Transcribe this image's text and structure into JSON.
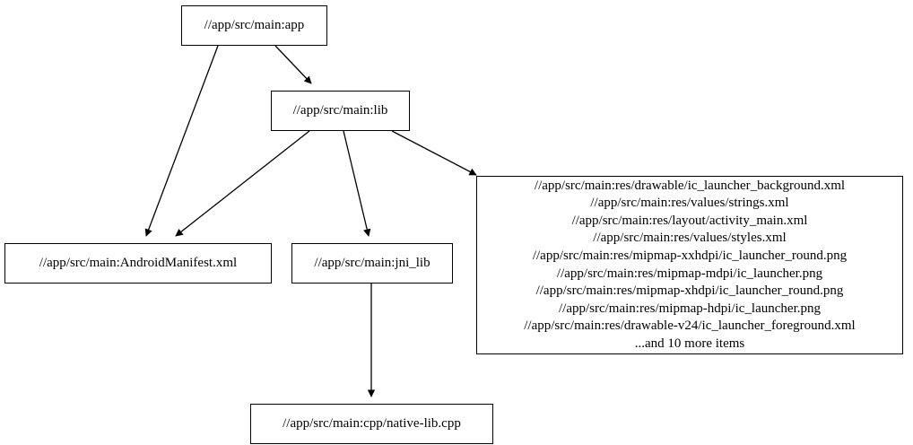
{
  "graph": {
    "title": "dependency graph",
    "background_color": "#ffffff",
    "node_border_color": "#000000",
    "node_fill_color": "#ffffff",
    "edge_color": "#000000",
    "text_color": "#000000"
  },
  "nodes": {
    "app": {
      "id": "app",
      "label": "//app/src/main:app"
    },
    "lib": {
      "id": "lib",
      "label": "//app/src/main:lib"
    },
    "manifest": {
      "id": "manifest",
      "label": "//app/src/main:AndroidManifest.xml"
    },
    "jni_lib": {
      "id": "jni_lib",
      "label": "//app/src/main:jni_lib"
    },
    "cpp": {
      "id": "cpp",
      "label": "//app/src/main:cpp/native-lib.cpp"
    },
    "resources": {
      "id": "resources",
      "lines": [
        "//app/src/main:res/drawable/ic_launcher_background.xml",
        "//app/src/main:res/values/strings.xml",
        "//app/src/main:res/layout/activity_main.xml",
        "//app/src/main:res/values/styles.xml",
        "//app/src/main:res/mipmap-xxhdpi/ic_launcher_round.png",
        "//app/src/main:res/mipmap-mdpi/ic_launcher.png",
        "//app/src/main:res/mipmap-xhdpi/ic_launcher_round.png",
        "//app/src/main:res/mipmap-hdpi/ic_launcher.png",
        "//app/src/main:res/drawable-v24/ic_launcher_foreground.xml",
        "...and 10 more items"
      ],
      "label": "//app/src/main:res/drawable/ic_launcher_background.xml\n//app/src/main:res/values/strings.xml\n//app/src/main:res/layout/activity_main.xml\n//app/src/main:res/values/styles.xml\n//app/src/main:res/mipmap-xxhdpi/ic_launcher_round.png\n//app/src/main:res/mipmap-mdpi/ic_launcher.png\n//app/src/main:res/mipmap-xhdpi/ic_launcher_round.png\n//app/src/main:res/mipmap-hdpi/ic_launcher.png\n//app/src/main:res/drawable-v24/ic_launcher_foreground.xml\n...and 10 more items"
    }
  },
  "edges": [
    {
      "id": "app-to-manifest",
      "from": "app",
      "to": "manifest",
      "arrowhead": "normal"
    },
    {
      "id": "app-to-lib",
      "from": "app",
      "to": "lib",
      "arrowhead": "normal"
    },
    {
      "id": "lib-to-manifest",
      "from": "lib",
      "to": "manifest",
      "arrowhead": "normal"
    },
    {
      "id": "lib-to-jni_lib",
      "from": "lib",
      "to": "jni_lib",
      "arrowhead": "normal"
    },
    {
      "id": "lib-to-resources",
      "from": "lib",
      "to": "resources",
      "arrowhead": "normal"
    },
    {
      "id": "jni_lib-to-cpp",
      "from": "jni_lib",
      "to": "cpp",
      "arrowhead": "normal"
    }
  ]
}
